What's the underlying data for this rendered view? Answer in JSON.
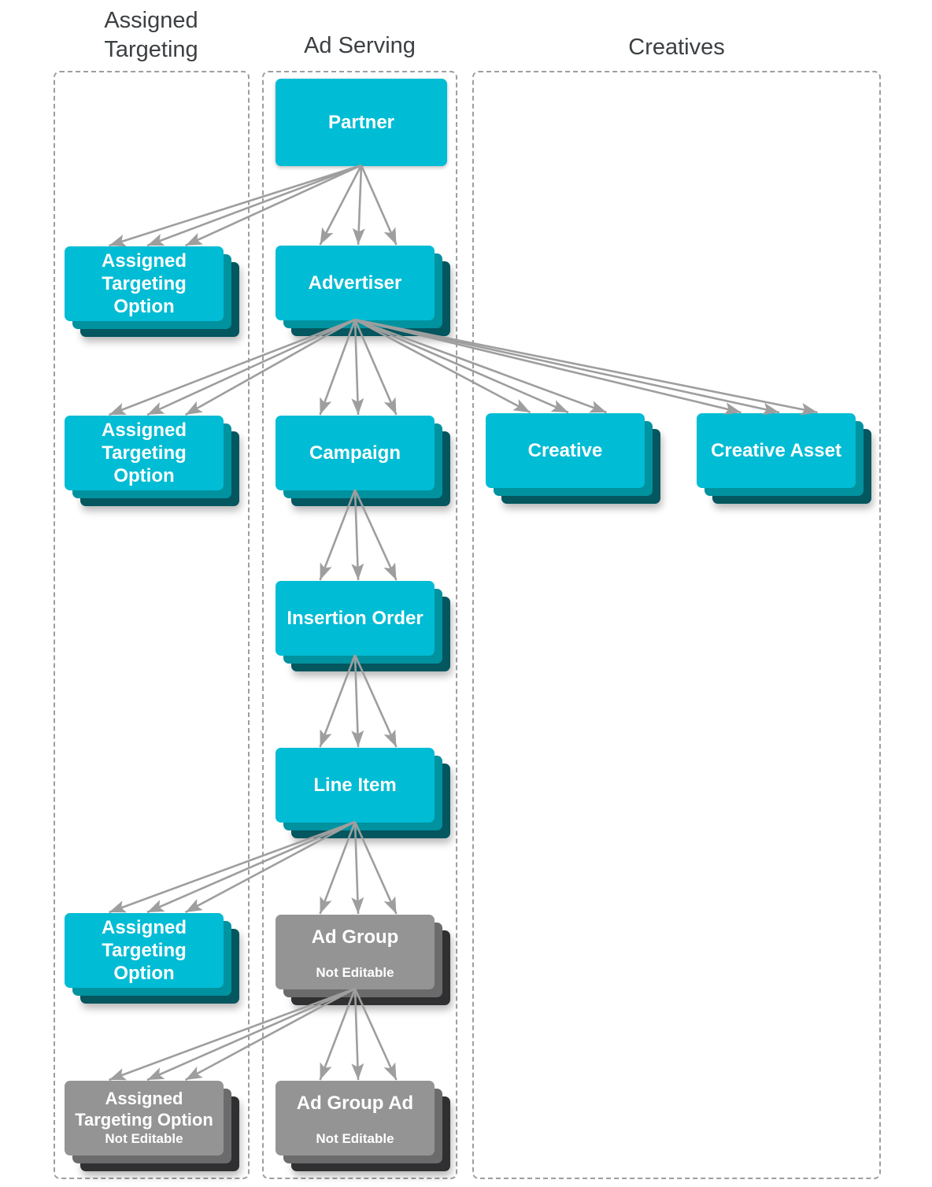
{
  "columns": [
    {
      "id": "assigned-targeting",
      "label": "Assigned Targeting"
    },
    {
      "id": "ad-serving",
      "label": "Ad Serving"
    },
    {
      "id": "creatives",
      "label": "Creatives"
    }
  ],
  "nodes": [
    {
      "id": "partner",
      "label": "Partner",
      "editable": true,
      "stacked": false
    },
    {
      "id": "ato-partner",
      "label": "Assigned\nTargeting\nOption",
      "editable": true,
      "stacked": true
    },
    {
      "id": "advertiser",
      "label": "Advertiser",
      "editable": true,
      "stacked": true
    },
    {
      "id": "ato-advertiser",
      "label": "Assigned\nTargeting\nOption",
      "editable": true,
      "stacked": true
    },
    {
      "id": "campaign",
      "label": "Campaign",
      "editable": true,
      "stacked": true
    },
    {
      "id": "creative",
      "label": "Creative",
      "editable": true,
      "stacked": true
    },
    {
      "id": "creative-asset",
      "label": "Creative Asset",
      "editable": true,
      "stacked": true
    },
    {
      "id": "insertion-order",
      "label": "Insertion Order",
      "editable": true,
      "stacked": true
    },
    {
      "id": "line-item",
      "label": "Line Item",
      "editable": true,
      "stacked": true
    },
    {
      "id": "ato-line-item",
      "label": "Assigned\nTargeting\nOption",
      "editable": true,
      "stacked": true
    },
    {
      "id": "ad-group",
      "label": "Ad Group",
      "sublabel": "Not Editable",
      "editable": false,
      "stacked": true
    },
    {
      "id": "ato-ad-group",
      "label": "Assigned\nTargeting Option",
      "sublabel": "Not Editable",
      "editable": false,
      "stacked": true
    },
    {
      "id": "ad-group-ad",
      "label": "Ad Group Ad",
      "sublabel": "Not Editable",
      "editable": false,
      "stacked": true
    }
  ],
  "edges": [
    {
      "from": "partner",
      "to": "ato-partner"
    },
    {
      "from": "partner",
      "to": "advertiser"
    },
    {
      "from": "advertiser",
      "to": "ato-advertiser"
    },
    {
      "from": "advertiser",
      "to": "campaign"
    },
    {
      "from": "advertiser",
      "to": "creative"
    },
    {
      "from": "advertiser",
      "to": "creative-asset"
    },
    {
      "from": "campaign",
      "to": "insertion-order"
    },
    {
      "from": "insertion-order",
      "to": "line-item"
    },
    {
      "from": "line-item",
      "to": "ato-line-item"
    },
    {
      "from": "line-item",
      "to": "ad-group"
    },
    {
      "from": "ad-group",
      "to": "ato-ad-group"
    },
    {
      "from": "ad-group",
      "to": "ad-group-ad"
    }
  ],
  "colors": {
    "node_teal": "#00BCD4",
    "node_teal_layer2": "#00929F",
    "node_teal_layer3": "#04565F",
    "node_gray": "#949494",
    "node_gray_layer2": "#6B6B6B",
    "node_gray_layer3": "#303032",
    "arrow": "#9E9E9E",
    "column_border": "#9E9E9E",
    "title_text": "#3C4043",
    "node_text": "#FFFFFF"
  }
}
